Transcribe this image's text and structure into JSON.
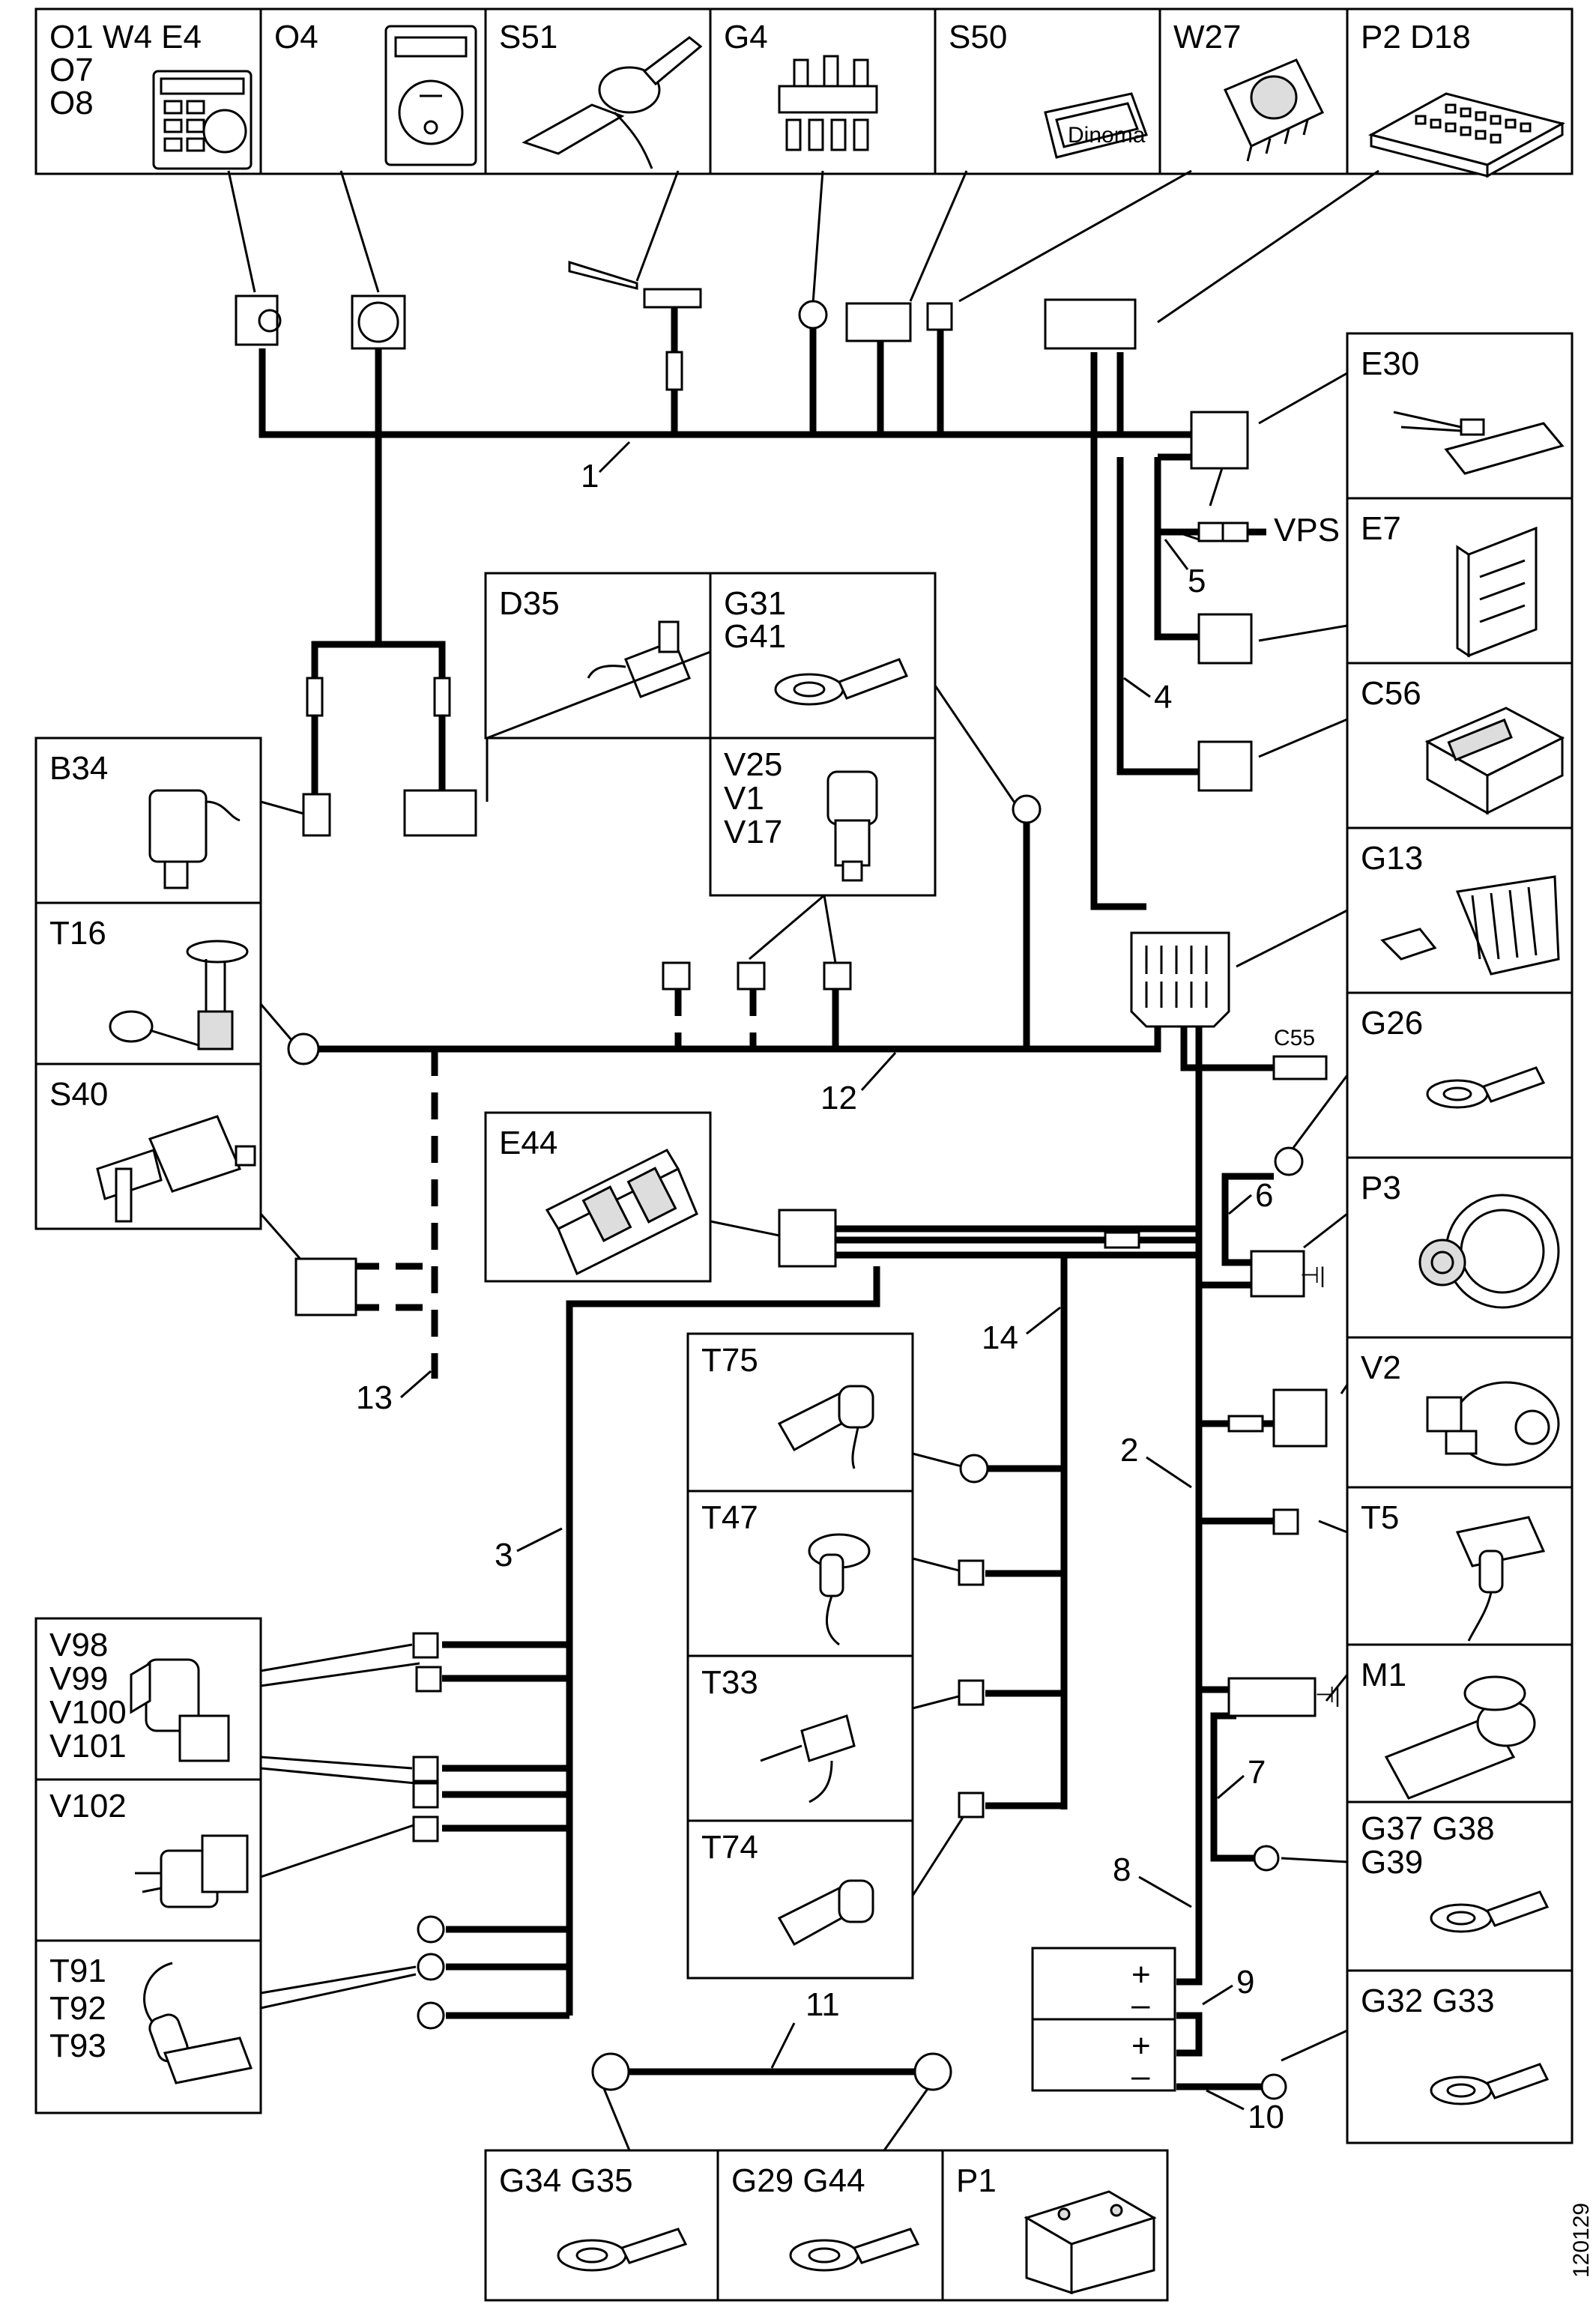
{
  "components": {
    "o1": "O1 W4 E4",
    "o7": "O7",
    "o8": "O8",
    "o4": "O4",
    "s51": "S51",
    "g4": "G4",
    "s50": "S50",
    "w27": "W27",
    "p2": "P2 D18",
    "e30": "E30",
    "e7": "E7",
    "c56": "C56",
    "g13": "G13",
    "g26": "G26",
    "p3": "P3",
    "v2": "V2",
    "t5": "T5",
    "m1": "M1",
    "g37": "G37  G38",
    "g39": "G39",
    "g32": "G32 G33",
    "d35": "D35",
    "g31": "G31",
    "g41": "G41",
    "v25": "V25",
    "v1": "V1",
    "v17": "V17",
    "b34": "B34",
    "t16": "T16",
    "s40": "S40",
    "e44": "E44",
    "t75": "T75",
    "t47": "T47",
    "t33": "T33",
    "t74": "T74",
    "v98": "V98",
    "v99": "V99",
    "v100": "V100",
    "v101": "V101",
    "v102": "V102",
    "t91": "T91",
    "t92": "T92",
    "t93": "T93",
    "g34": "G34 G35",
    "g29": "G29 G44",
    "p1": "P1",
    "c55": "C55",
    "vps": "VPS",
    "s50_brand": "Dinoma"
  },
  "harness_numbers": {
    "n1": "1",
    "n2": "2",
    "n3": "3",
    "n4": "4",
    "n5": "5",
    "n6": "6",
    "n7": "7",
    "n8": "8",
    "n9": "9",
    "n10": "10",
    "n11": "11",
    "n12": "12",
    "n13": "13",
    "n14": "14"
  },
  "battery_terminals": {
    "plus": "+",
    "minus": "–"
  },
  "alt_ground": "⊣|",
  "figure_id": "120129"
}
